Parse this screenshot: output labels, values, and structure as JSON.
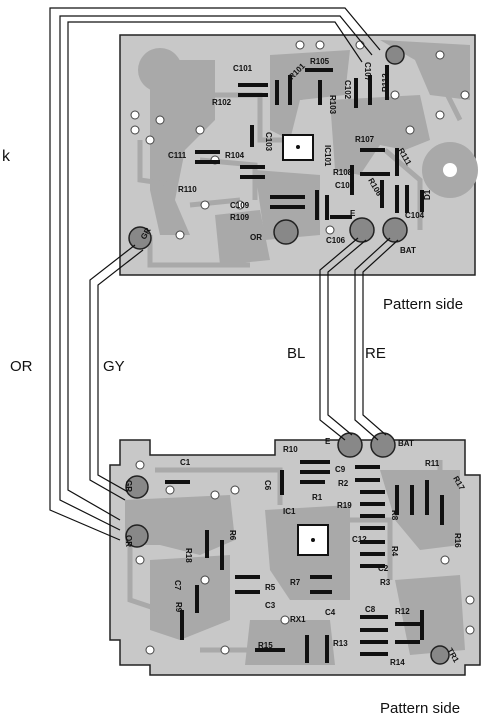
{
  "labels": {
    "pattern_side_top": "Pattern side",
    "pattern_side_bottom": "Pattern side",
    "wire_or": "OR",
    "wire_gy": "GY",
    "wire_bl": "BL",
    "wire_re": "RE",
    "edge_k": "k"
  },
  "top_board": {
    "components": [
      "C101",
      "R105",
      "R101",
      "C102",
      "C107",
      "R102",
      "R103",
      "R112",
      "C103",
      "IC101",
      "R107",
      "C111",
      "R104",
      "R111",
      "R110",
      "R108",
      "C108",
      "R106",
      "D1",
      "C109",
      "R109",
      "E",
      "C104",
      "OR",
      "C106",
      "BAT",
      "GR"
    ]
  },
  "bottom_board": {
    "components": [
      "R10",
      "E",
      "BAT",
      "C1",
      "C6",
      "C9",
      "R2",
      "R11",
      "R17",
      "GR",
      "R1",
      "R19",
      "R8",
      "IC1",
      "R6",
      "R18",
      "C12",
      "R4",
      "R16",
      "C2",
      "R3",
      "R5",
      "C7",
      "R9",
      "R7",
      "C3",
      "C4",
      "C8",
      "R12",
      "RX1",
      "R13",
      "TR1",
      "R15",
      "R14",
      "OR"
    ]
  },
  "colors": {
    "board": "#c8c8c8",
    "trace": "#a9a9a9",
    "ink": "#111111"
  }
}
